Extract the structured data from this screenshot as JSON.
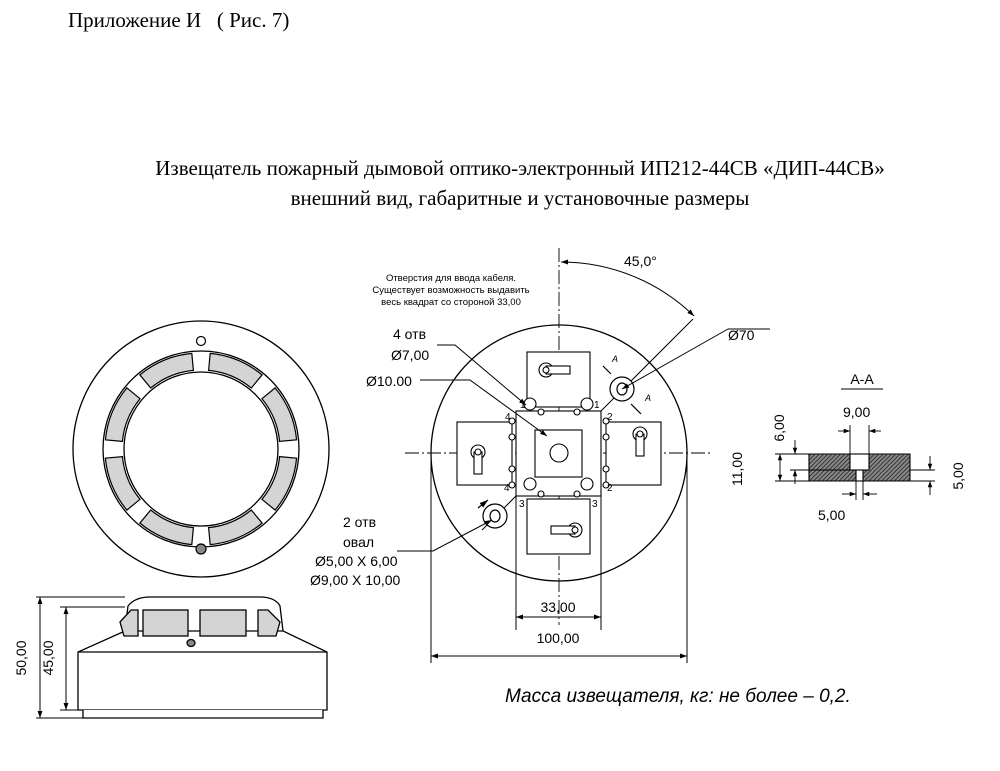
{
  "header": {
    "appendix": "Приложение И   ( Рис. 7)"
  },
  "title": {
    "line1": "Извещатель пожарный дымовой оптико-электронный ИП212-44СВ «ДИП-44СВ»",
    "line2": "внешний вид, габаритные и установочные размеры"
  },
  "notes": {
    "cable_line1": "Отверстия для ввода кабеля.",
    "cable_line2": "Существует возможность выдавить",
    "cable_line3": "весь квадрат со стороной 33,00",
    "holes4_count": "4 отв",
    "holes4_dia": "Ø7,00",
    "dia10": "Ø10.00",
    "oval_count": "2 отв",
    "oval_word": "овал",
    "oval_dia1": "Ø5,00 X 6,00",
    "oval_dia2": "Ø9,00 X 10,00"
  },
  "dimensions": {
    "angle": "45,0°",
    "dia70": "Ø70",
    "d33": "33,00",
    "d100": "100,00",
    "h50": "50,00",
    "h45": "45,00"
  },
  "section": {
    "title": "А-А",
    "d9": "9,00",
    "d6": "6,00",
    "d11": "11,00",
    "d5v": "5,00",
    "d5h": "5,00",
    "marker": "A"
  },
  "terminals": [
    "1",
    "2",
    "3",
    "4"
  ],
  "footer": {
    "mass": "Масса извещателя, кг: не более – 0,2."
  }
}
